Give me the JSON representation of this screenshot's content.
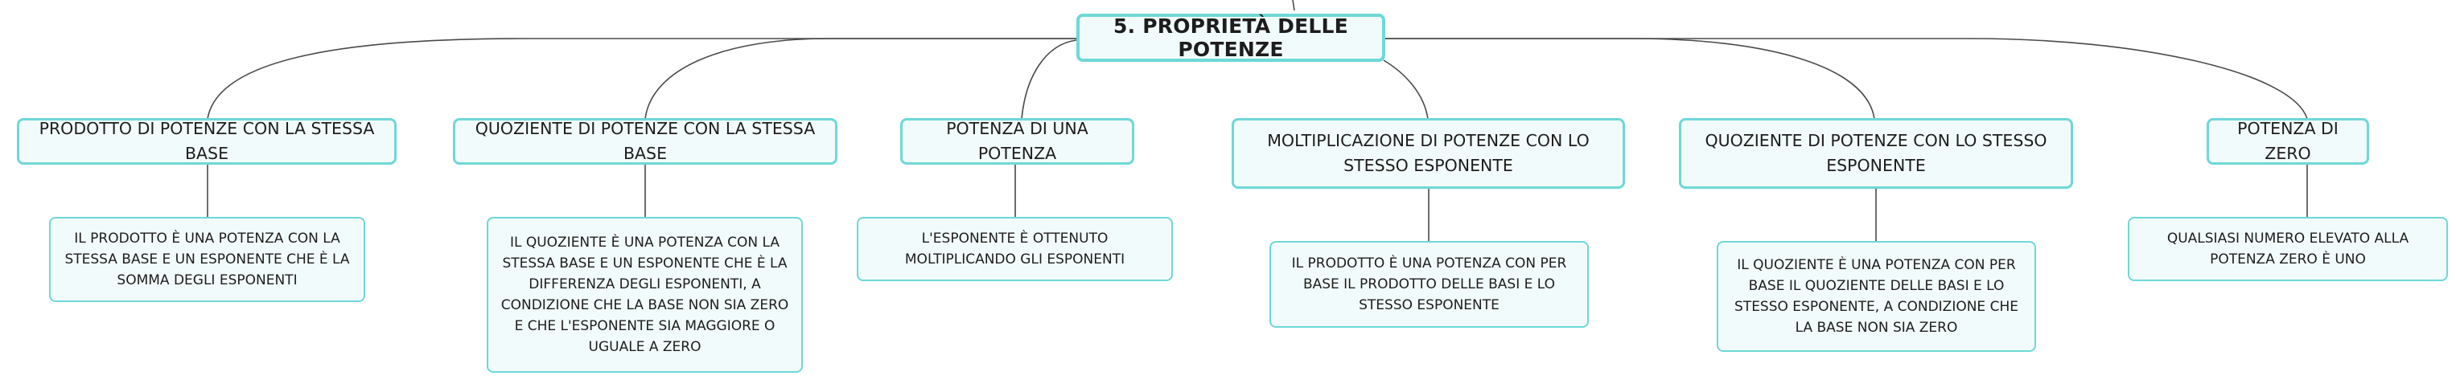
{
  "root": {
    "title": "5. PROPRIETÀ DELLE POTENZE"
  },
  "branches": [
    {
      "title": "PRODOTTO DI POTENZE CON LA STESSA BASE",
      "detail": "IL PRODOTTO È UNA POTENZA CON LA STESSA BASE E UN ESPONENTE CHE È LA SOMMA DEGLI ESPONENTI"
    },
    {
      "title": "QUOZIENTE DI POTENZE CON LA STESSA BASE",
      "detail": "IL QUOZIENTE È UNA POTENZA CON LA STESSA BASE E UN ESPONENTE CHE È LA DIFFERENZA DEGLI ESPONENTI, A CONDIZIONE CHE LA BASE NON SIA ZERO E CHE L'ESPONENTE SIA MAGGIORE O UGUALE A ZERO"
    },
    {
      "title": "POTENZA DI UNA POTENZA",
      "detail": "L'ESPONENTE È OTTENUTO MOLTIPLICANDO GLI ESPONENTI"
    },
    {
      "title": "MOLTIPLICAZIONE DI POTENZE CON LO STESSO ESPONENTE",
      "detail": "IL PRODOTTO È UNA POTENZA CON PER BASE IL PRODOTTO DELLE BASI E LO STESSO ESPONENTE"
    },
    {
      "title": "QUOZIENTE DI POTENZE CON LO STESSO ESPONENTE",
      "detail": "IL QUOZIENTE È UNA POTENZA CON PER BASE IL QUOZIENTE DELLE BASI E LO STESSO ESPONENTE, A CONDIZIONE CHE LA BASE NON SIA ZERO"
    },
    {
      "title": "POTENZA DI ZERO",
      "detail": "QUALSIASI NUMERO ELEVATO ALLA POTENZA ZERO È UNO"
    }
  ]
}
